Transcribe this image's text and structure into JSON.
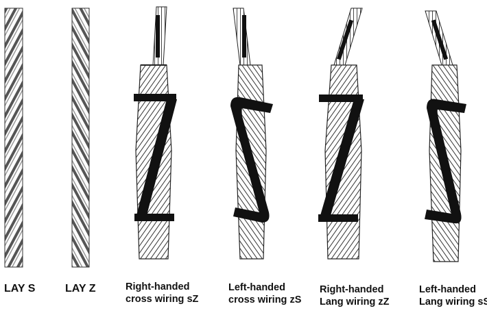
{
  "panels": [
    {
      "id": "lay-s",
      "lines": [
        "LAY S"
      ]
    },
    {
      "id": "lay-z",
      "lines": [
        "LAY Z"
      ]
    },
    {
      "id": "right-cross",
      "lines": [
        "Right-handed",
        "cross wiring sZ"
      ]
    },
    {
      "id": "left-cross",
      "lines": [
        "Left-handed",
        "cross wiring zS"
      ]
    },
    {
      "id": "right-lang",
      "lines": [
        "Right-handed",
        "Lang wiring zZ"
      ]
    },
    {
      "id": "left-lang",
      "lines": [
        "Left-handed",
        "Lang wiring sS"
      ]
    }
  ],
  "colors": {
    "ink": "#111111",
    "strand": "#555555",
    "background": "#ffffff"
  }
}
